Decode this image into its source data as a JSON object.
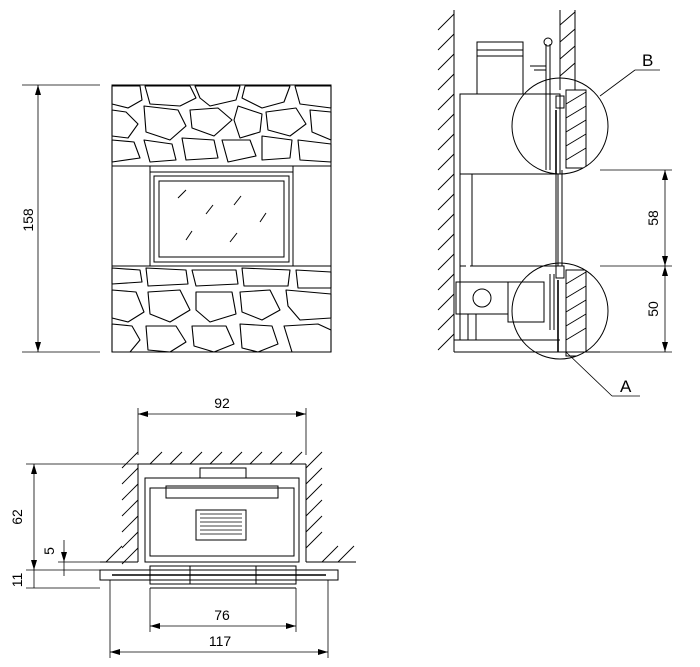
{
  "front_view": {
    "height_label": "158"
  },
  "side_view": {
    "detail_b_label": "B",
    "detail_a_label": "A",
    "dim_upper": "58",
    "dim_lower": "50"
  },
  "plan_view": {
    "dim_outer_top": "92",
    "dim_depth": "62",
    "dim_small": "5",
    "dim_bottom": "11",
    "dim_inner": "76",
    "dim_total": "117"
  }
}
